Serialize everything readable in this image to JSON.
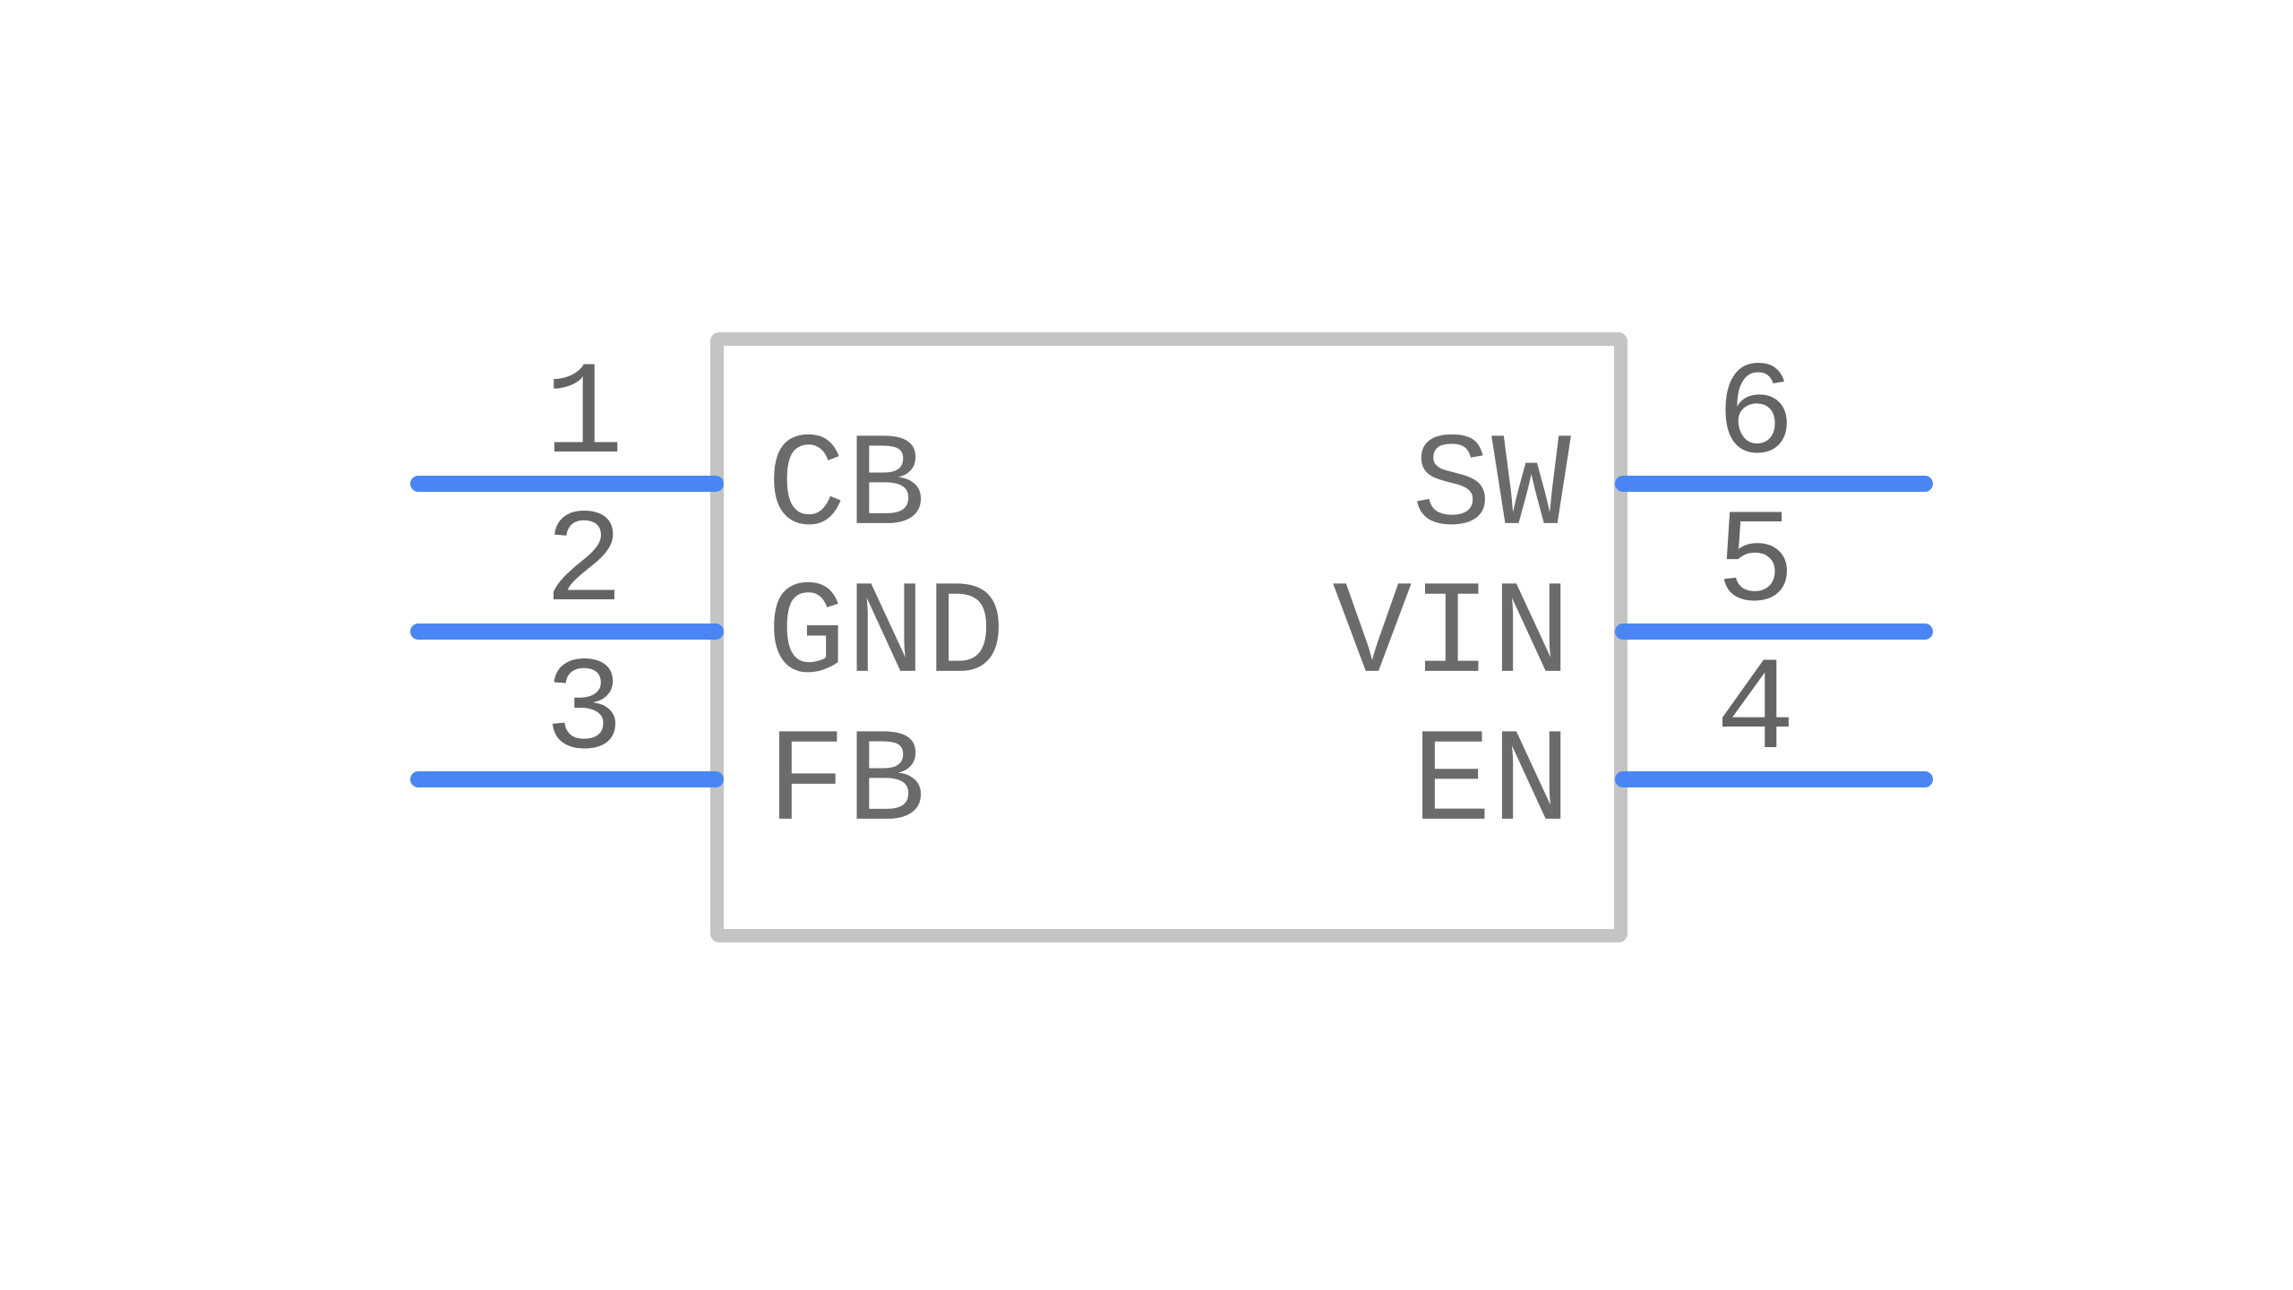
{
  "canvas": {
    "background_color": "#ffffff"
  },
  "symbol": {
    "body_fill_color": "#ffffff",
    "body_border_color": "#c4c4c4",
    "pin_line_color": "#4a86f3",
    "pin_number_color": "#646464",
    "pin_label_color": "#6b6b6b",
    "left_pins": [
      {
        "number": "1",
        "name": "CB"
      },
      {
        "number": "2",
        "name": "GND"
      },
      {
        "number": "3",
        "name": "FB"
      }
    ],
    "right_pins": [
      {
        "number": "6",
        "name": "SW"
      },
      {
        "number": "5",
        "name": "VIN"
      },
      {
        "number": "4",
        "name": "EN"
      }
    ]
  }
}
